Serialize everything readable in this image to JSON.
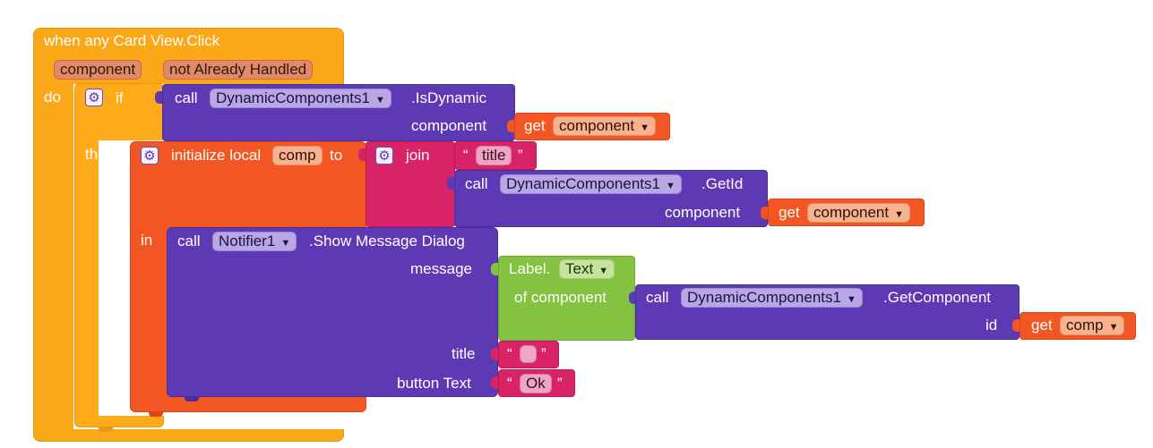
{
  "event": {
    "header": "when any Card View.Click",
    "params": [
      "component",
      "not Already Handled"
    ],
    "do_label": "do"
  },
  "if_block": {
    "if_label": "if",
    "then_label": "then"
  },
  "is_dynamic_call": {
    "call": "call",
    "component": "DynamicComponents1",
    "method": ".IsDynamic",
    "arg_label": "component",
    "arg_get": "get",
    "arg_var": "component"
  },
  "local_init": {
    "label": "initialize local",
    "var_name": "comp",
    "to_label": "to",
    "in_label": "in"
  },
  "join": {
    "label": "join",
    "text_value": "title",
    "quote_open": "“",
    "quote_close": "”"
  },
  "get_id_call": {
    "call": "call",
    "component": "DynamicComponents1",
    "method": ".GetId",
    "arg_label": "component",
    "arg_get": "get",
    "arg_var": "component"
  },
  "show_message": {
    "call": "call",
    "component": "Notifier1",
    "method": ".Show Message Dialog",
    "message_label": "message",
    "title_label": "title",
    "button_label": "button Text",
    "title_value": "",
    "button_value": "Ok"
  },
  "label_text": {
    "prefix": "Label.",
    "property": "Text",
    "of_component": "of component"
  },
  "get_component_call": {
    "call": "call",
    "component": "DynamicComponents1",
    "method": ".GetComponent",
    "arg_label": "id",
    "arg_get": "get",
    "arg_var": "comp"
  },
  "colors": {
    "event": "#fba818",
    "control": "#ffab19",
    "variable": "#f15623",
    "component": "#5d3ab3",
    "text": "#d92367",
    "property": "#84c241"
  }
}
